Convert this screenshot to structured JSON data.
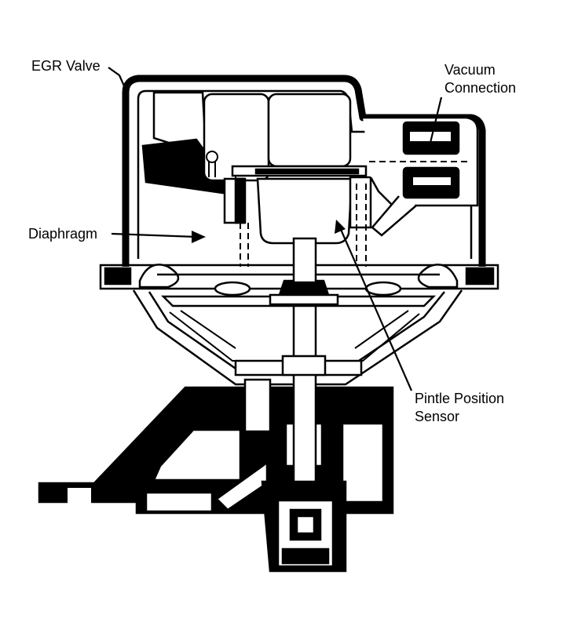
{
  "diagram": {
    "labels": {
      "egr_valve": "EGR Valve",
      "vacuum_line1": "Vacuum",
      "vacuum_line2": "Connection",
      "diaphragm": "Diaphragm",
      "pintle_line1": "Pintle Position",
      "pintle_line2": "Sensor"
    },
    "colors": {
      "ink": "#000000",
      "paper": "#ffffff"
    }
  }
}
